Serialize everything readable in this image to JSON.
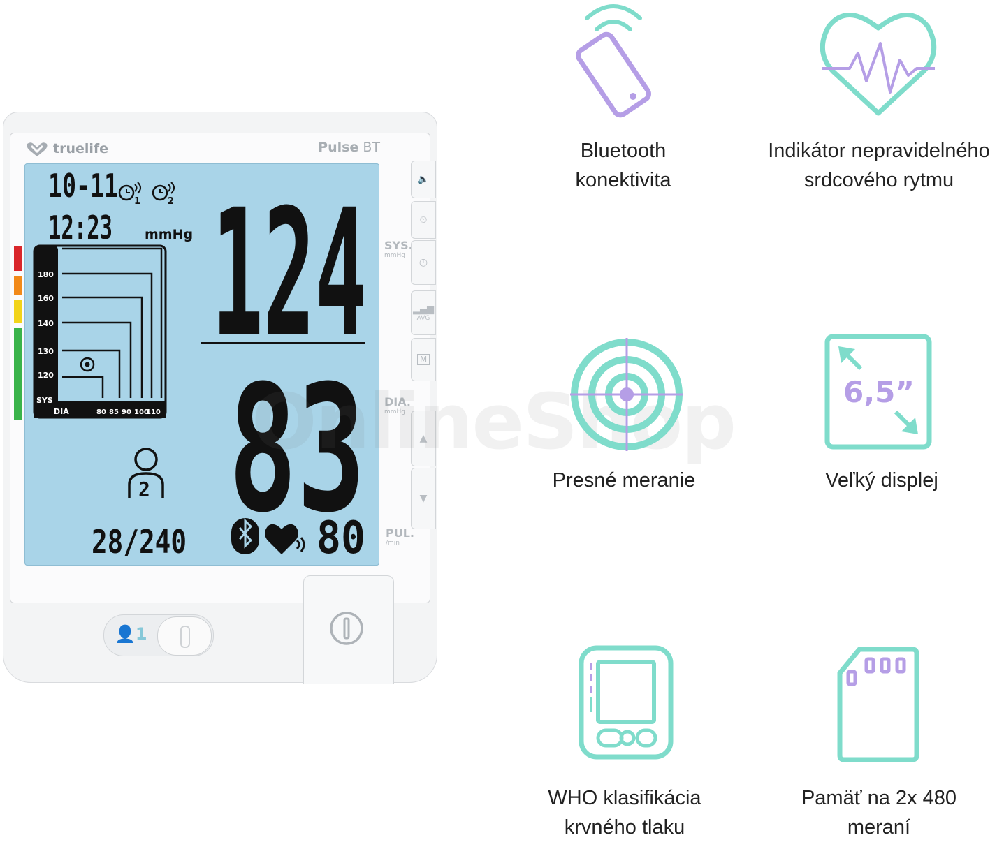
{
  "colors": {
    "teal": "#7fdccb",
    "lilac": "#b59ee6",
    "lcd": "#a9d4e8",
    "device": "#f3f4f5"
  },
  "device": {
    "brand": "truelife",
    "model_bold": "Pulse",
    "model_light": " BT",
    "side_labels": {
      "sys": "SYS.",
      "sys_unit": "mmHg",
      "dia": "DIA.",
      "dia_unit": "mmHg",
      "pul": "PUL.",
      "pul_unit": "/min"
    },
    "side_buttons": [
      "speaker-icon",
      "alarm-icon",
      "clock-icon",
      "average-icon",
      "memory-icon",
      "up-arrow-icon",
      "down-arrow-icon"
    ],
    "side_button_avg_text": "AVG",
    "side_button_mem_text": "M",
    "user_switch_label": "1",
    "display": {
      "date": "10-11",
      "time": "12:23",
      "alarm1": "1",
      "alarm2": "2",
      "unit": "mmHg",
      "systolic": "124",
      "diastolic": "83",
      "pulse": "80",
      "memory_index": "28/240",
      "user_number": "2",
      "who_scale": {
        "sys_ticks": [
          "180",
          "160",
          "140",
          "130",
          "120"
        ],
        "sys_label": "SYS",
        "dia_label": "DIA",
        "dia_ticks": [
          "80",
          "85",
          "90",
          "100",
          "110"
        ]
      },
      "indicator_colors": [
        "#d9262b",
        "#f28a1a",
        "#f2d41a",
        "#3ab34a"
      ]
    }
  },
  "watermark": "OnlineShop",
  "features": [
    {
      "icon": "smartphone-bluetooth-icon",
      "label": "Bluetooth\nkonektivita"
    },
    {
      "icon": "heart-rhythm-icon",
      "label": "Indikátor nepravidelného\nsrdcového rytmu"
    },
    {
      "icon": "target-icon",
      "label": "Presné meranie"
    },
    {
      "icon": "large-display-icon",
      "label": "Veľký displej",
      "icon_text": "6,5”"
    },
    {
      "icon": "device-classification-icon",
      "label": "WHO klasifikácia\nkrvného tlaku"
    },
    {
      "icon": "memory-card-icon",
      "label": "Pamäť na 2x 480\nmeraní"
    }
  ]
}
